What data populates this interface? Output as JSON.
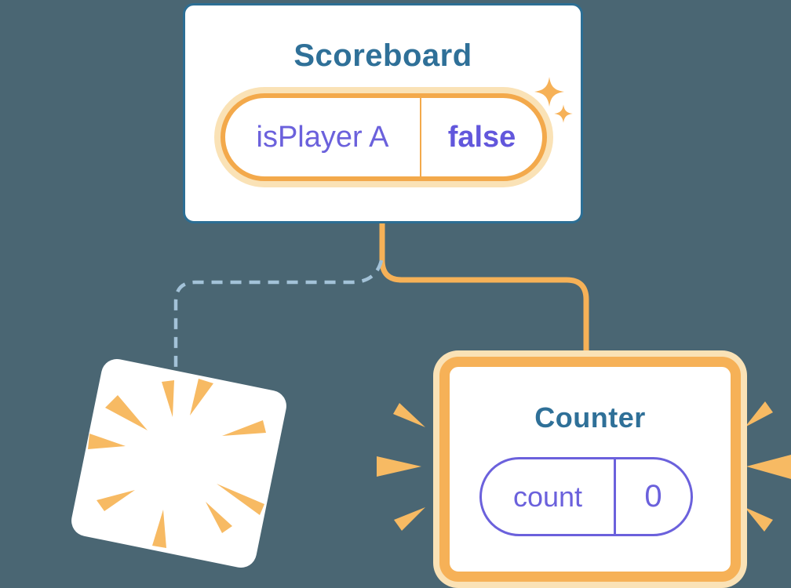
{
  "diagram": {
    "scoreboard": {
      "title": "Scoreboard",
      "state": {
        "key": "isPlayer A",
        "value": "false"
      }
    },
    "counter": {
      "title": "Counter",
      "state": {
        "key": "count",
        "value": "0"
      }
    },
    "colors": {
      "background": "#4A6673",
      "card_fill": "#FFFFFF",
      "card_border_blue": "#2C6E94",
      "title_blue": "#2F7098",
      "state_purple": "#6B61DC",
      "accent_orange": "#F6B157",
      "accent_orange_light": "#FAE2B6",
      "burst_orange": "#F7BA63",
      "dashed_line_blue": "#A3C2D8"
    }
  }
}
